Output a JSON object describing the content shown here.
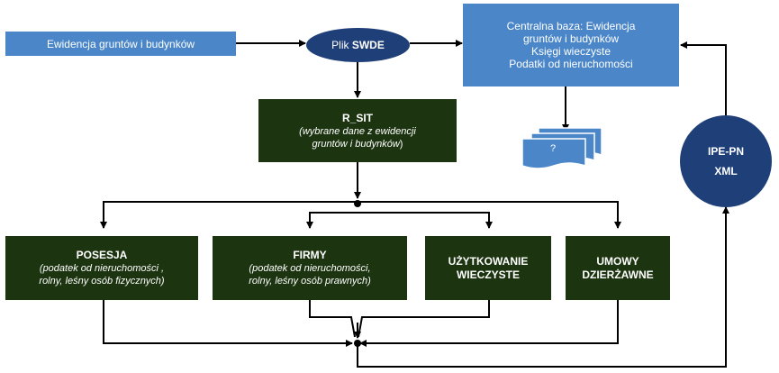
{
  "source_box": {
    "label": "Ewidencja gruntów i budynków"
  },
  "swde_ellipse": {
    "prefix": "Plik ",
    "bold": "SWDE"
  },
  "central_box": {
    "lines": [
      "Centralna baza: Ewidencja",
      "gruntów i budynków",
      "Księgi wieczyste",
      "Podatki od nieruchomości"
    ]
  },
  "rsit_box": {
    "title": "R_SIT",
    "subtitle_line1": "(wybrane dane z ewidencji",
    "subtitle_line2_italic": "gruntów i budynków",
    "subtitle_line2_end": ")"
  },
  "document_stack": {
    "label": "?"
  },
  "ipe_ellipse": {
    "line1": "IPE-PN",
    "line2": "XML"
  },
  "posesja_box": {
    "title": "POSESJA",
    "sub_line1": "(podatek od nieruchomości ,",
    "sub_line2": "rolny, leśny osób fizycznych)"
  },
  "firmy_box": {
    "title": "FIRMY",
    "sub_line1": "(podatek od nieruchomości,",
    "sub_line2": "rolny, leśny osób prawnych)"
  },
  "uzytkowanie_box": {
    "line1": "UŻYTKOWANIE",
    "line2": "WIECZYSTE"
  },
  "umowy_box": {
    "line1": "UMOWY",
    "line2": "DZIERŻAWNE"
  },
  "colors": {
    "blue_box": "#4a86c8",
    "dark_green_box": "#1c3410",
    "navy_ellipse": "#1f3f78",
    "connector": "#000000"
  }
}
